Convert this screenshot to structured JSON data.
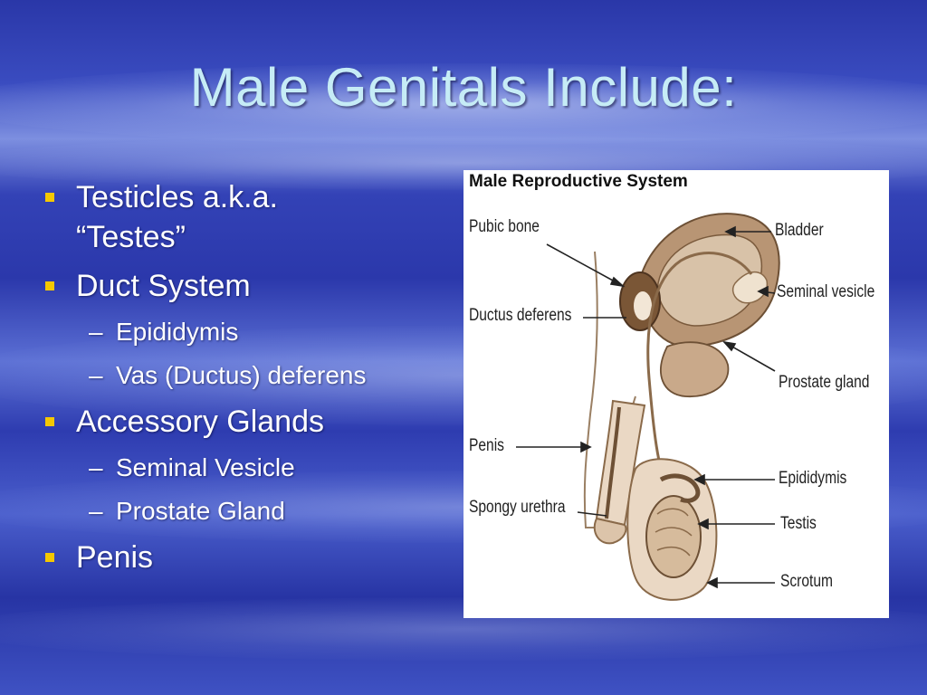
{
  "title": "Male Genitals Include:",
  "bullets": [
    {
      "text": "Testicles a.k.a.",
      "text2": "“Testes”"
    },
    {
      "text": "Duct System",
      "subs": [
        "Epididymis",
        "Vas (Ductus) deferens"
      ]
    },
    {
      "text": "Accessory Glands",
      "subs": [
        "Seminal Vesicle",
        "Prostate Gland"
      ]
    },
    {
      "text": "Penis"
    }
  ],
  "dash": "–",
  "figure": {
    "title": "Male Reproductive System",
    "labels": {
      "pubic_bone": "Pubic bone",
      "ductus_deferens": "Ductus deferens",
      "penis": "Penis",
      "spongy_urethra": "Spongy urethra",
      "bladder": "Bladder",
      "seminal_vesicle": "Seminal vesicle",
      "prostate_gland": "Prostate gland",
      "epididymis": "Epididymis",
      "testis": "Testis",
      "scrotum": "Scrotum"
    }
  },
  "colors": {
    "title": "#c6ecf6",
    "bullet_square": "#f5c800",
    "tissue": "#ead8c4",
    "tissue_dark": "#8a6a4a"
  }
}
